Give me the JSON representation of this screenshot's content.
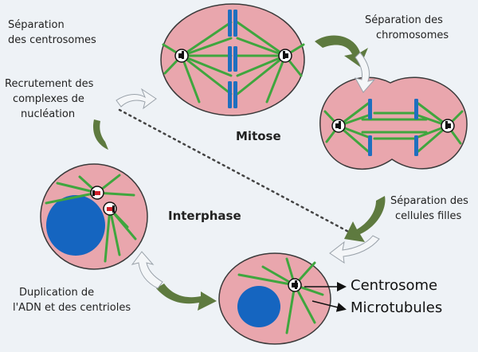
{
  "labels": {
    "separation_centrosomes": [
      "Séparation",
      "des centrosomes"
    ],
    "separation_chromosomes": [
      "Séparation des",
      "chromosomes"
    ],
    "recrutement": [
      "Recrutement des",
      "complexes de",
      "nucléation"
    ],
    "separation_cellules": [
      "Séparation des",
      "cellules filles"
    ],
    "duplication": [
      "Duplication de",
      "l'ADN et des centrioles"
    ]
  },
  "phases": {
    "mitose": "Mitose",
    "interphase": "Interphase"
  },
  "legend": {
    "centrosome": "Centrosome",
    "microtubules": "Microtubules"
  },
  "colors": {
    "background": "#eef2f6",
    "cell": "#e9a6ad",
    "cell_stroke": "#3a3a3a",
    "microtubule": "#3fa63e",
    "chromosome": "#1f6fbf",
    "nucleus": "#1565c0",
    "arrow": "#5e7a3f",
    "centriole_red": "#d0202a"
  }
}
